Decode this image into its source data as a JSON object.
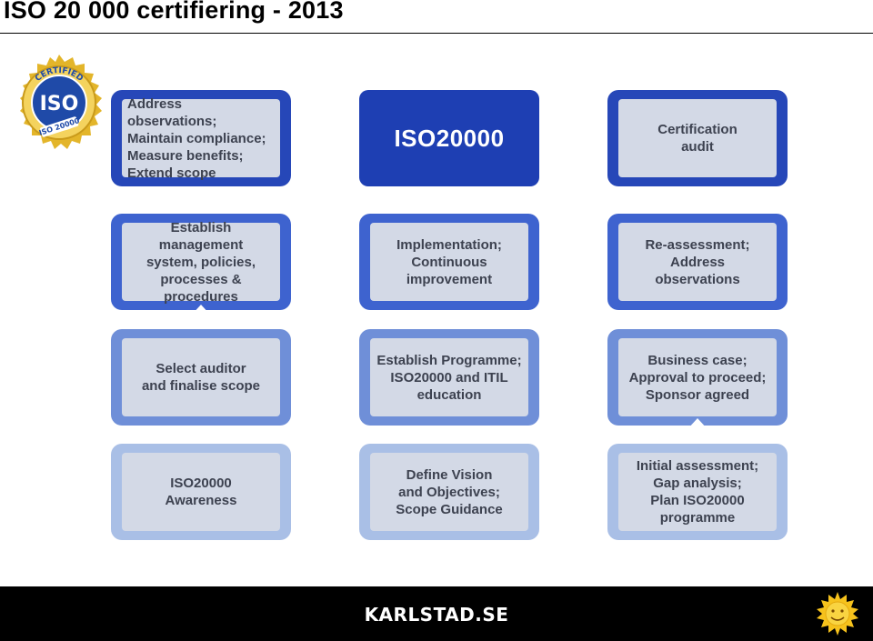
{
  "header": {
    "title": "ISO 20 000 certifiering - 2013"
  },
  "seal": {
    "top_text": "CERTIFIED",
    "center_text": "ISO",
    "bottom_text": "ISO 20000"
  },
  "flow": {
    "r1c1": "Address observations;\nMaintain compliance;\nMeasure benefits;\nExtend scope",
    "r1c2": "ISO20000",
    "r1c3": "Certification\naudit",
    "r2c1": "Establish management\nsystem, policies,\nprocesses & procedures",
    "r2c2": "Implementation;\nContinuous\nimprovement",
    "r2c3": "Re-assessment;\nAddress\nobservations",
    "r3c1": "Select auditor\nand finalise scope",
    "r3c2": "Establish Programme;\nISO20000 and ITIL\neducation",
    "r3c3": "Business case;\nApproval to proceed;\nSponsor agreed",
    "r4c1": "ISO20000\nAwareness",
    "r4c2": "Define Vision\nand Objectives;\nScope Guidance",
    "r4c3": "Initial assessment;\nGap analysis;\nPlan ISO20000\nprogramme"
  },
  "footer": {
    "brand": "KARLSTAD.SE"
  }
}
